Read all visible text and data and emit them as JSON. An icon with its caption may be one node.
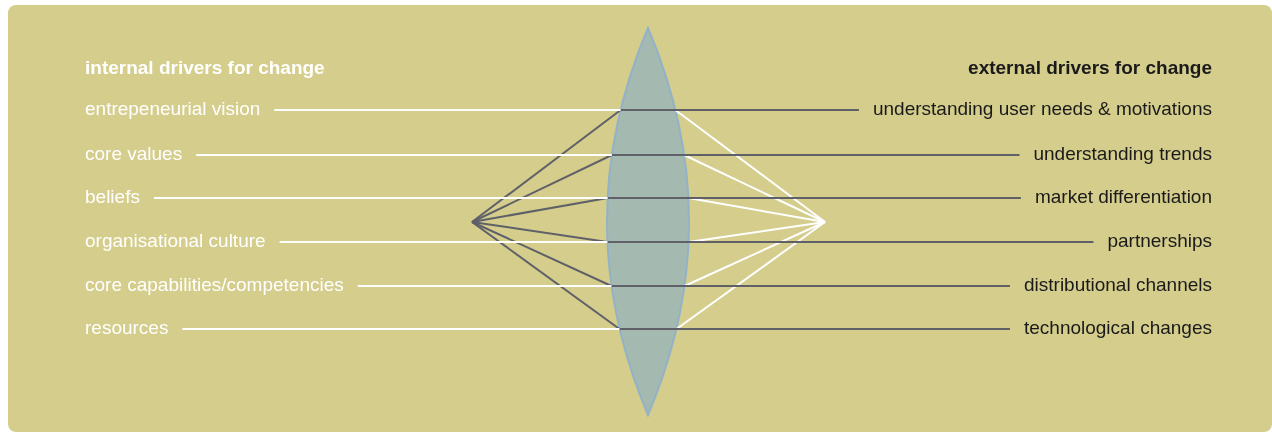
{
  "diagram": {
    "nodes": [
      {
        "text": [],
        "shape": "lens"
      },
      {
        "text": [
          "entrepeneurial vision"
        ]
      },
      {
        "text": [
          "core values"
        ]
      },
      {
        "text": [
          "beliefs"
        ]
      },
      {
        "text": [
          "organisational culture"
        ]
      },
      {
        "text": [
          "core capabilities/competencies"
        ]
      },
      {
        "text": [
          "resources"
        ]
      },
      {
        "text": [
          "understanding user needs & motivations"
        ]
      },
      {
        "text": [
          "understanding trends"
        ]
      },
      {
        "text": [
          "market differentiation"
        ]
      },
      {
        "text": [
          "partnerships"
        ]
      },
      {
        "text": [
          "distributional channels"
        ]
      },
      {
        "text": [
          "technological changes"
        ]
      }
    ],
    "edges": [
      {
        "from": 1,
        "to": 0,
        "arrow": "none",
        "color": "#ffffff"
      },
      {
        "from": 2,
        "to": 0,
        "arrow": "none",
        "color": "#ffffff"
      },
      {
        "from": 3,
        "to": 0,
        "arrow": "none",
        "color": "#ffffff"
      },
      {
        "from": 4,
        "to": 0,
        "arrow": "none",
        "color": "#ffffff"
      },
      {
        "from": 5,
        "to": 0,
        "arrow": "none",
        "color": "#ffffff"
      },
      {
        "from": 6,
        "to": 0,
        "arrow": "none",
        "color": "#ffffff"
      },
      {
        "from": 7,
        "to": 0,
        "arrow": "none",
        "color": "#5f6068"
      },
      {
        "from": 8,
        "to": 0,
        "arrow": "none",
        "color": "#5f6068"
      },
      {
        "from": 9,
        "to": 0,
        "arrow": "none",
        "color": "#5f6068"
      },
      {
        "from": 10,
        "to": 0,
        "arrow": "none",
        "color": "#5f6068"
      },
      {
        "from": 11,
        "to": 0,
        "arrow": "none",
        "color": "#5f6068"
      },
      {
        "from": 12,
        "to": 0,
        "arrow": "none",
        "color": "#5f6068"
      }
    ],
    "labels": [
      "internal drivers for change",
      "external drivers for change"
    ]
  }
}
